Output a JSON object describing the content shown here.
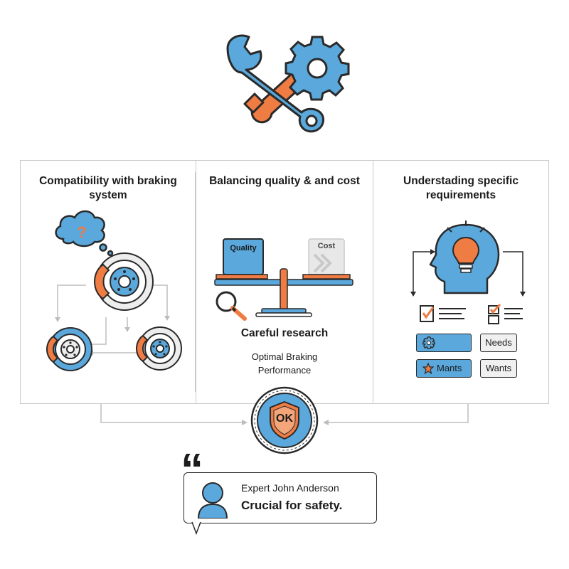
{
  "panels": {
    "left": {
      "title": "Compatibility with braking system"
    },
    "middle": {
      "title": "Balancing quality & and cost",
      "scale_left": "Quality",
      "scale_right": "Cost",
      "research": "Careful research",
      "outcome": "Optimal Braking Performance"
    },
    "right": {
      "title": "Understading specific requirements",
      "chips": [
        "Needs",
        "Mants",
        "Wants"
      ]
    }
  },
  "badge": {
    "text": "OK"
  },
  "quote": {
    "mark": "“",
    "author": "Expert John Anderson",
    "text": "Crucial for safety."
  },
  "colors": {
    "blue": "#5aa8dc",
    "orange": "#ef7c43",
    "ink": "#2a2a2a",
    "gray": "#c9c9c9"
  }
}
